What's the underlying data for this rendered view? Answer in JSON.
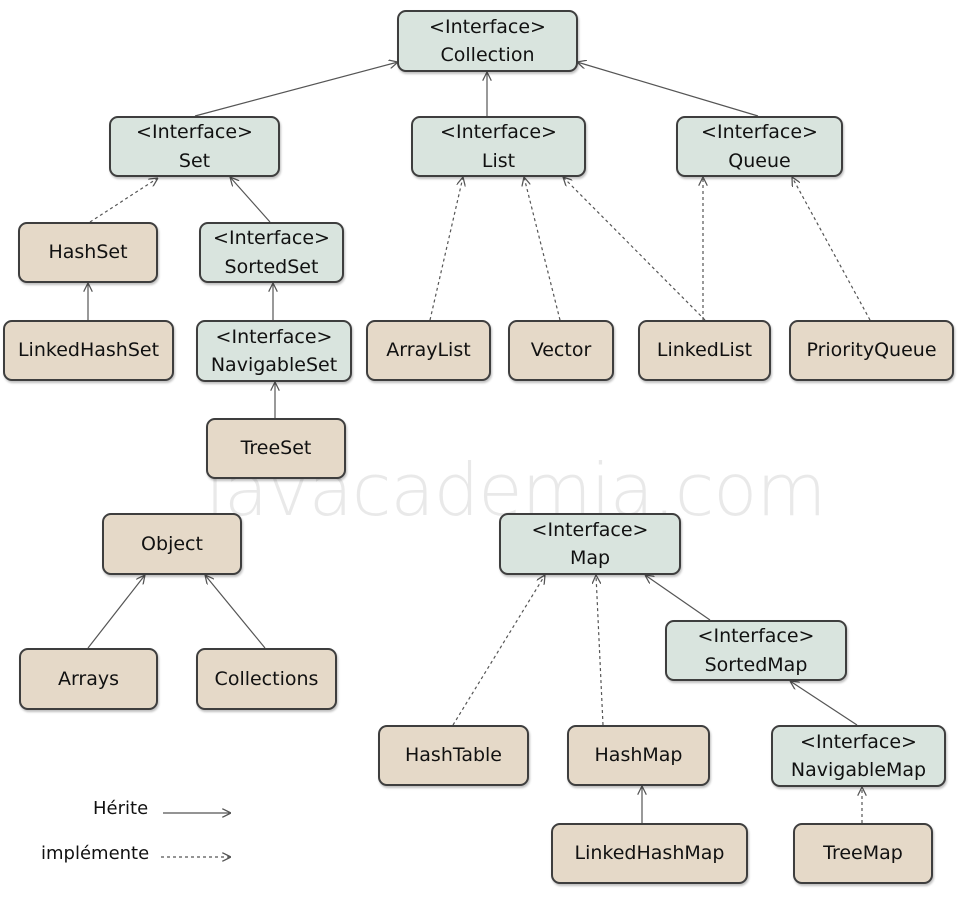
{
  "watermark": "javacademia.com",
  "colors": {
    "interface_fill": "#d9e4de",
    "class_fill": "#e5d9c8",
    "border": "#3e3e3e",
    "edge": "#555555"
  },
  "nodes": {
    "collection": {
      "stereotype": "<Interface>",
      "name": "Collection"
    },
    "set": {
      "stereotype": "<Interface>",
      "name": "Set"
    },
    "list": {
      "stereotype": "<Interface>",
      "name": "List"
    },
    "queue": {
      "stereotype": "<Interface>",
      "name": "Queue"
    },
    "hashset": {
      "name": "HashSet"
    },
    "sortedset": {
      "stereotype": "<Interface>",
      "name": "SortedSet"
    },
    "linkedhashset": {
      "name": "LinkedHashSet"
    },
    "navigableset": {
      "stereotype": "<Interface>",
      "name": "NavigableSet"
    },
    "arraylist": {
      "name": "ArrayList"
    },
    "vector": {
      "name": "Vector"
    },
    "linkedlist": {
      "name": "LinkedList"
    },
    "priorityqueue": {
      "name": "PriorityQueue"
    },
    "treeset": {
      "name": "TreeSet"
    },
    "object": {
      "name": "Object"
    },
    "arrays": {
      "name": "Arrays"
    },
    "collections": {
      "name": "Collections"
    },
    "map": {
      "stereotype": "<Interface>",
      "name": "Map"
    },
    "sortedmap": {
      "stereotype": "<Interface>",
      "name": "SortedMap"
    },
    "hashtable": {
      "name": "HashTable"
    },
    "hashmap": {
      "name": "HashMap"
    },
    "navigablemap": {
      "stereotype": "<Interface>",
      "name": "NavigableMap"
    },
    "linkedhashmap": {
      "name": "LinkedHashMap"
    },
    "treemap": {
      "name": "TreeMap"
    }
  },
  "legend": {
    "inherits": "Hérite",
    "implements": "implémente"
  }
}
